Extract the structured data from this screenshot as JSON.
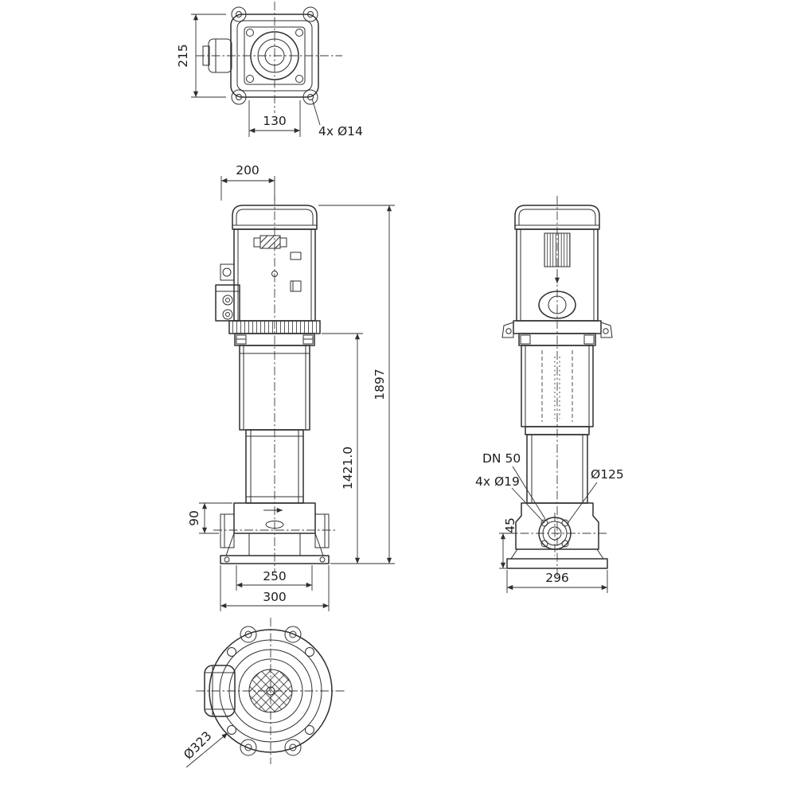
{
  "drawing": {
    "type": "technical-dimension-drawing",
    "line_color": "#2f2f2f",
    "background_color": "#ffffff",
    "top_view": {
      "height": "215",
      "bolt_spacing": "130",
      "holes": "4x Ø14"
    },
    "front_view": {
      "width_top": "200",
      "total_height": "1897",
      "pump_height": "1421.0",
      "base_height": "90",
      "foot_spacing": "250",
      "base_width": "300"
    },
    "side_view": {
      "port": "DN 50",
      "flange_holes": "4x Ø19",
      "flange_diameter": "Ø125",
      "port_height": "45",
      "base_width": "296"
    },
    "bottom_view": {
      "outer_diameter": "Ø323"
    }
  }
}
